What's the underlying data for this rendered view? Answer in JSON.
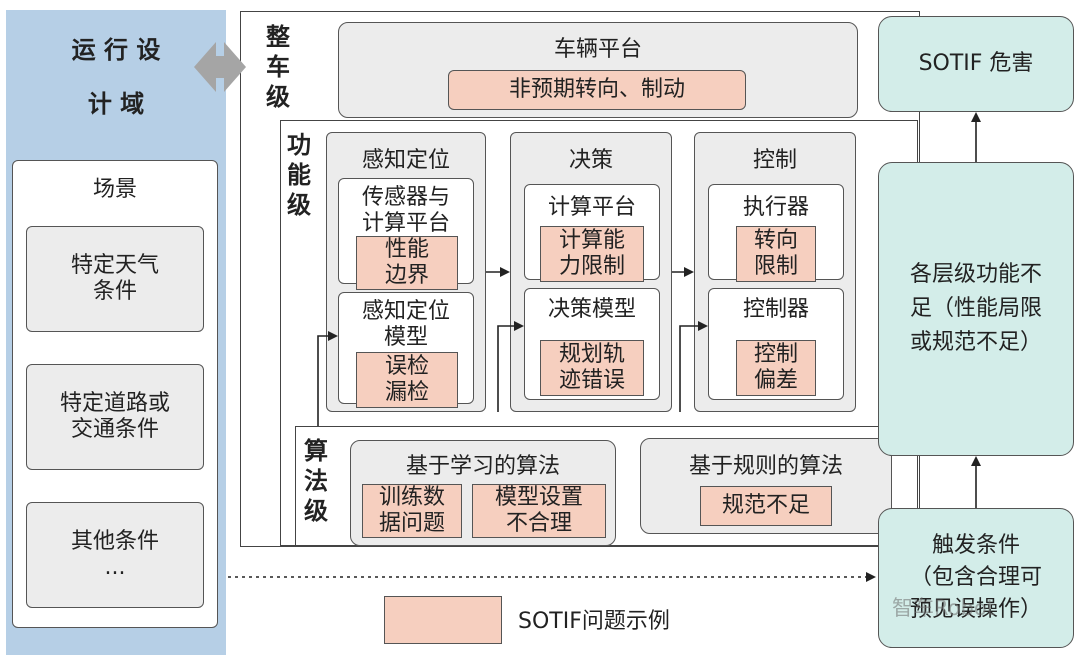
{
  "odd": {
    "title_line1": "运 行 设",
    "title_line2": "计 域",
    "scene_label": "场景",
    "items": [
      "特定天气\n条件",
      "特定道路或\n交通条件",
      "其他条件\n..."
    ]
  },
  "vehicle_level": {
    "label": [
      "整",
      "车",
      "级"
    ],
    "platform": "车辆平台",
    "issue": "非预期转向、制动"
  },
  "function_level": {
    "label": [
      "功",
      "能",
      "级"
    ],
    "perception": {
      "title": "感知定位",
      "sub1": "传感器与\n计算平台",
      "issue1": "性能\n边界",
      "sub2": "感知定位\n模型",
      "issue2": "误检\n漏检"
    },
    "decision": {
      "title": "决策",
      "sub1": "计算平台",
      "issue1": "计算能\n力限制",
      "sub2": "决策模型",
      "issue2": "规划轨\n迹错误"
    },
    "control": {
      "title": "控制",
      "sub1": "执行器",
      "issue1": "转向\n限制",
      "sub2": "控制器",
      "issue2": "控制\n偏差"
    }
  },
  "algorithm_level": {
    "label": [
      "算",
      "法",
      "级"
    ],
    "learning": {
      "title": "基于学习的算法",
      "issue1": "训练数\n据问题",
      "issue2": "模型设置\n不合理"
    },
    "rule": {
      "title": "基于规则的算法",
      "issue": "规范不足"
    }
  },
  "right": {
    "hazard": "SOTIF 危害",
    "insufficiency": "各层级功能不\n足（性能局限\n或规范不足）",
    "trigger": "触发条件\n（包含合理可\n预见误操作）"
  },
  "legend": {
    "label": "SOTIF问题示例"
  },
  "watermark": "智车Robot",
  "colors": {
    "odd_blue": "#b6cfe6",
    "issue_pink": "#f6cfbf",
    "right_teal": "#d3ede9",
    "box_grey": "#ececec"
  }
}
